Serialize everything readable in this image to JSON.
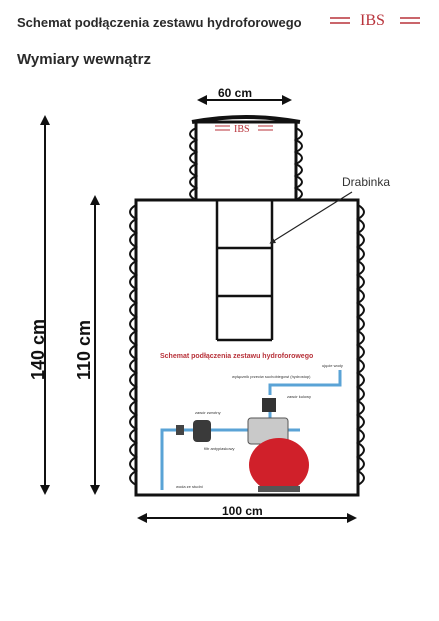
{
  "header": {
    "title": "Schemat podłączenia zestawu hydroforowego",
    "subtitle": "Wymiary wewnątrz",
    "logo": "IBS"
  },
  "dimensions": {
    "top_width": "60 cm",
    "bottom_width": "100 cm",
    "outer_height": "140 cm",
    "inner_height": "110 cm"
  },
  "labels": {
    "ladder": "Drabinka",
    "inner_title": "Schemat podłączenia zestawu hydroforowego",
    "valve": "zawór zwrotny",
    "filter": "filtr antypiaskowy",
    "pressure_switch": "wyłącznik przeciw suchobiegowi (hydrostop)",
    "ball_valve": "zawór kulowy",
    "water_outlet": "ujęcie wody",
    "well_water": "woda ze studni"
  },
  "colors": {
    "brand": "#b8323a",
    "pipe": "#5aa3d6",
    "tank": "#d0202a"
  }
}
